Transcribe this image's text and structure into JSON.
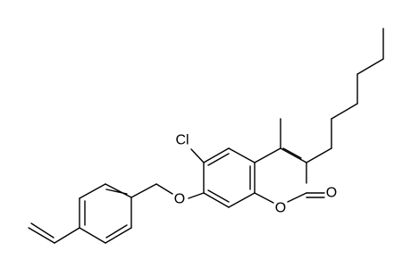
{
  "molecule": {
    "atom_labels": {
      "chlorine": "Cl",
      "ether_oxygen": "O",
      "ring_oxygen": "O",
      "carbonyl_oxygen": "O"
    }
  }
}
